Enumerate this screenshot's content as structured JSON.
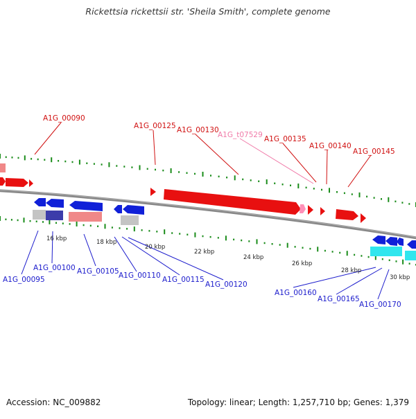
{
  "title": "Rickettsia rickettsii str. 'Sheila Smith', complete genome",
  "footer": {
    "accession": "Accession: NC_009882",
    "summary": "Topology: linear; Length: 1,257,710 bp; Genes: 1,379"
  },
  "colors": {
    "forward_gene": "#e81010",
    "forward_label": "#d01010",
    "trna_gene": "#ff90b8",
    "trna_label": "#f07aa8",
    "reverse_gene": "#1020d8",
    "reverse_label": "#1a1acc",
    "cds_pink": "#f08888",
    "cds_gray": "#c4c4c4",
    "cds_cyan": "#30e6ee",
    "backbone": "#888888",
    "tick": "#1a8c1a"
  },
  "kbp_scale": [
    "16 kbp",
    "18 kbp",
    "20 kbp",
    "22 kbp",
    "24 kbp",
    "26 kbp",
    "28 kbp",
    "30 kbp"
  ],
  "forward_labels": [
    "A1G_00090",
    "A1G_00125",
    "A1G_00130",
    "A1G_t07529",
    "A1G_00135",
    "A1G_00140",
    "A1G_00145"
  ],
  "reverse_labels": [
    "A1G_00095",
    "A1G_00100",
    "A1G_00105",
    "A1G_00110",
    "A1G_00115",
    "A1G_00120",
    "A1G_00160",
    "A1G_00165",
    "A1G_00170"
  ]
}
